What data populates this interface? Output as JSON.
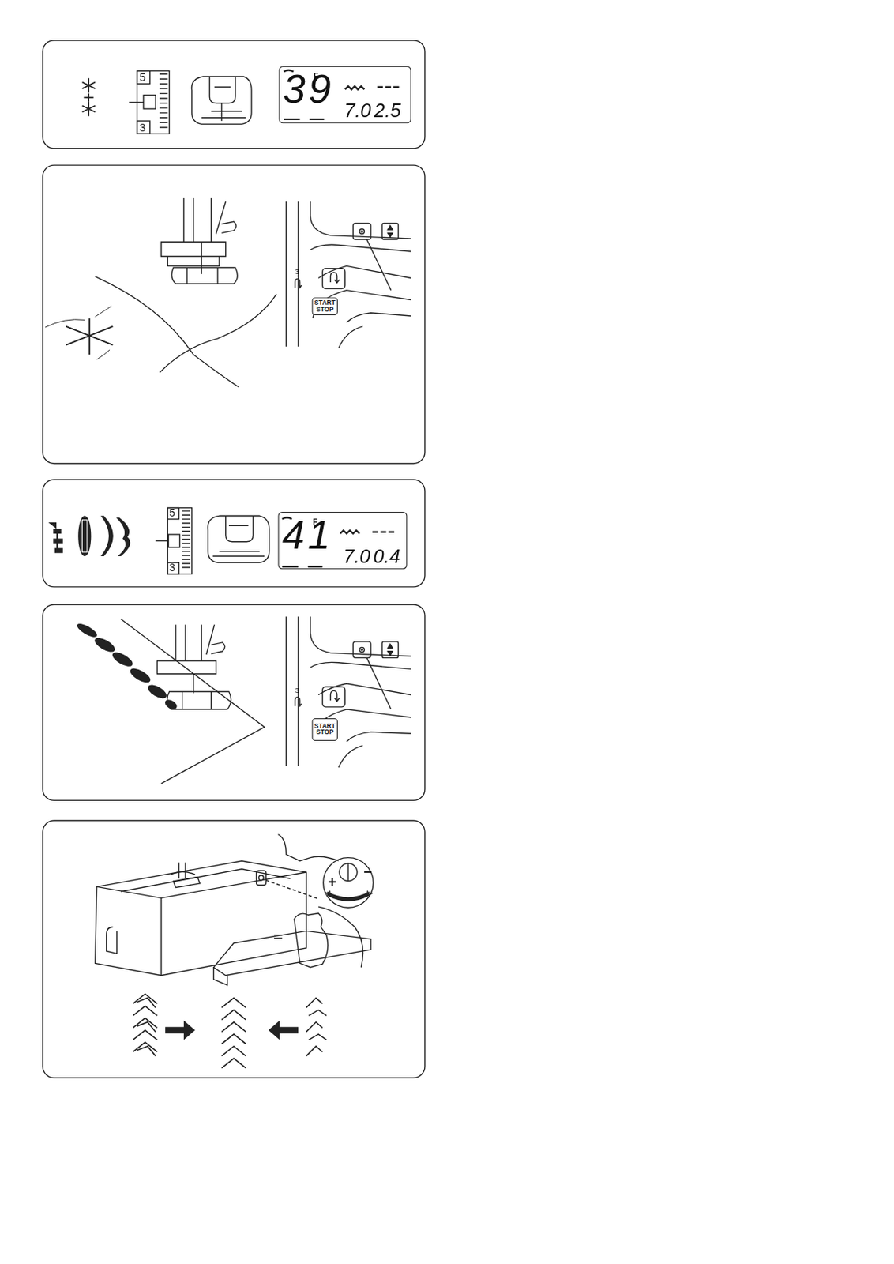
{
  "diagram": {
    "nodes": [
      {
        "text": [
          "39",
          "F",
          "7.0",
          "2.5"
        ]
      },
      {
        "text": [
          "START STOP"
        ]
      },
      {
        "text": [
          "41",
          "F",
          "7.0",
          "0.4"
        ]
      },
      {
        "text": [
          "START STOP"
        ]
      }
    ],
    "labels": [
      "5",
      "3",
      "3",
      "5",
      "3",
      "3",
      "+",
      "−"
    ]
  }
}
